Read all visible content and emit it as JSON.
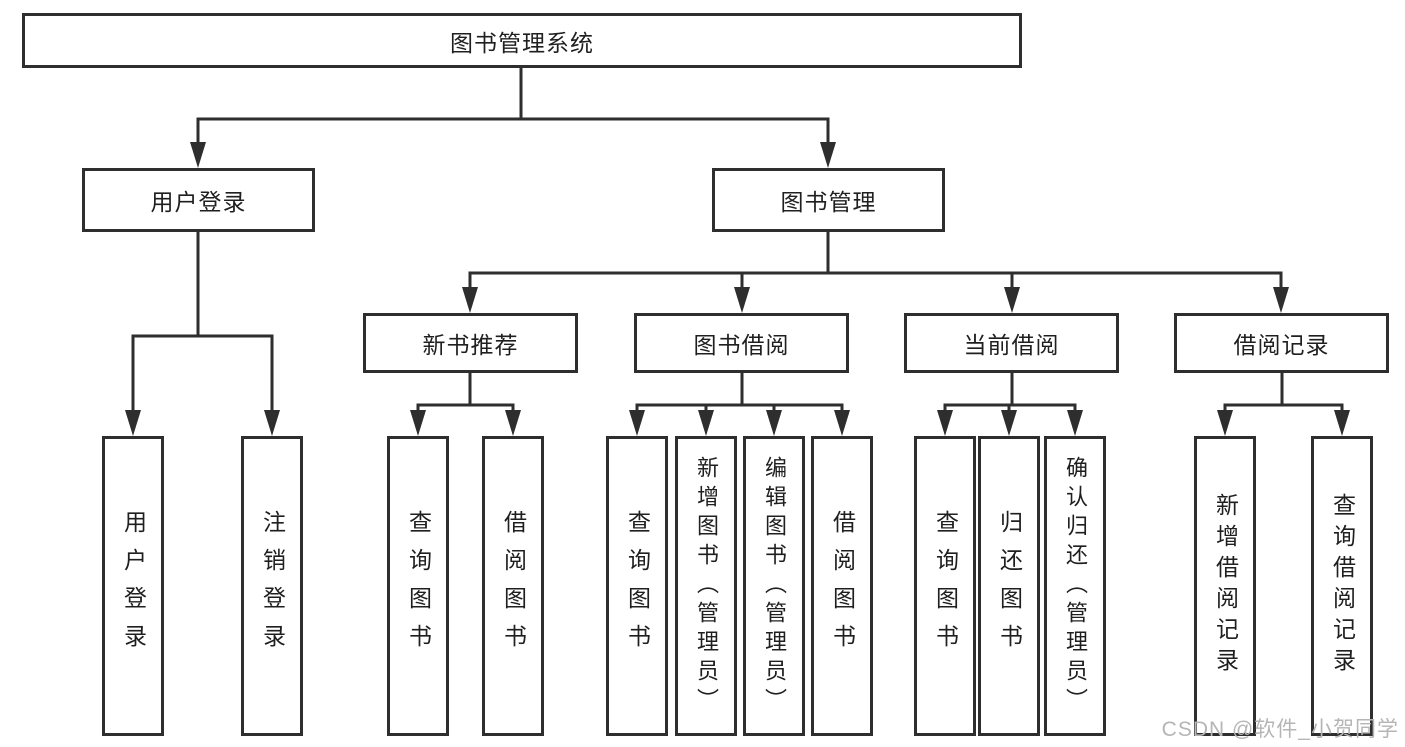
{
  "style": {
    "line_color": "#2e2e2e",
    "text_color": "#1f1f1f",
    "watermark_color": "#b5b5b5",
    "background": "#ffffff"
  },
  "diagram": {
    "root": {
      "label": "图书管理系统"
    },
    "branches": {
      "user_login": {
        "label": "用户登录",
        "children": [
          "用户登录",
          "注销登录"
        ]
      },
      "book_management": {
        "label": "图书管理",
        "modules": [
          {
            "label": "新书推荐",
            "children": [
              "查询图书",
              "借阅图书"
            ]
          },
          {
            "label": "图书借阅",
            "children": [
              "查询图书",
              "新增图书（管理员）",
              "编辑图书（管理员）",
              "借阅图书"
            ]
          },
          {
            "label": "当前借阅",
            "children": [
              "查询图书",
              "归还图书",
              "确认归还（管理员）"
            ]
          },
          {
            "label": "借阅记录",
            "children": [
              "新增借阅记录",
              "查询借阅记录"
            ]
          }
        ]
      }
    },
    "watermark": "CSDN @软件_小贺同学"
  }
}
